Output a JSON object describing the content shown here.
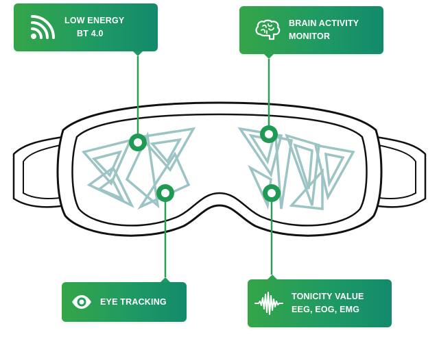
{
  "colors": {
    "green_start": "#35a548",
    "green_end": "#138a6c",
    "lens_pattern": "#9cc4c4",
    "outline": "#111111",
    "sensor": "#1f9a55"
  },
  "callouts": {
    "energy": {
      "line1": "LOW ENERGY",
      "line2": "BT 4.0",
      "icon": "wifi-signal-icon"
    },
    "brain": {
      "line1": "BRAIN ACTIVITY",
      "line2": "MONITOR",
      "icon": "brain-icon"
    },
    "eye": {
      "line1": "EYE TRACKING",
      "icon": "eye-icon"
    },
    "tonicity": {
      "line1": "TONICITY VALUE",
      "line2": "EEG, EOG, EMG",
      "icon": "waveform-icon"
    }
  }
}
